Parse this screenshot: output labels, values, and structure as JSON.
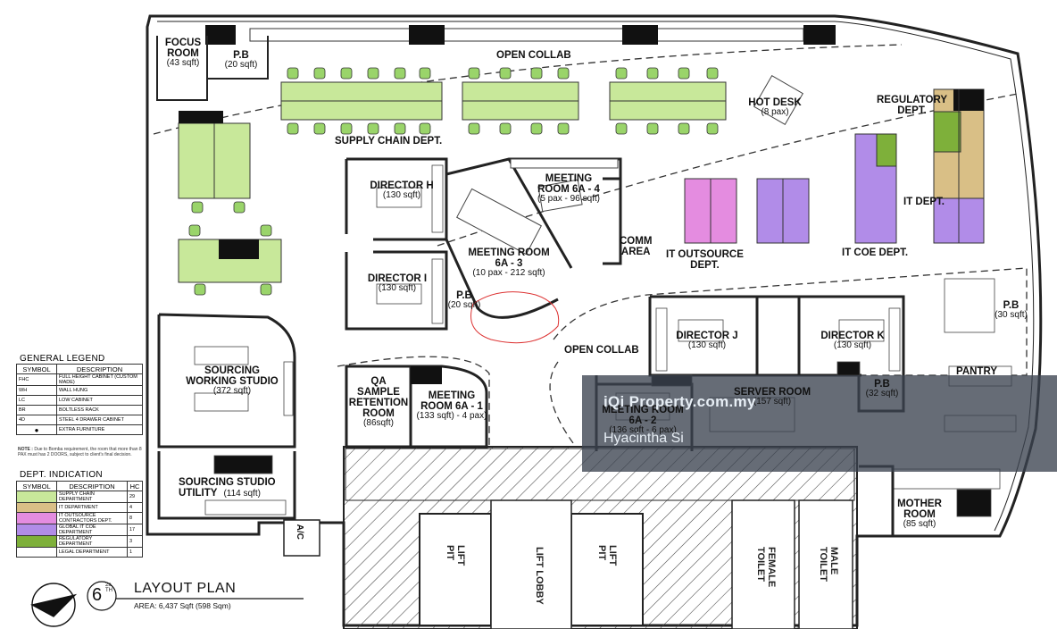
{
  "plan": {
    "title": "LAYOUT PLAN",
    "area": "AREA: 6,437 Sqft (598 Sqm)",
    "floor_number": "6",
    "floor_suffix": "2a\nTH"
  },
  "rooms": {
    "focus_room": {
      "name": "FOCUS\nROOM",
      "area": "(43 sqft)"
    },
    "pb_top": {
      "name": "P.B",
      "area": "(20 sqft)"
    },
    "open_collab_top": {
      "name": "OPEN COLLAB"
    },
    "hot_desk": {
      "name": "HOT DESK",
      "area": "(8 pax)"
    },
    "regulatory": {
      "name": "REGULATORY\nDEPT."
    },
    "supply_chain": {
      "name": "SUPPLY CHAIN DEPT."
    },
    "director_h": {
      "name": "DIRECTOR H",
      "area": "(130 sqft)"
    },
    "meeting_6a4": {
      "name": "MEETING\nROOM 6A - 4",
      "area": "(5 pax - 96 sqft)"
    },
    "it_dept": {
      "name": "IT DEPT."
    },
    "comm_area": {
      "name": "COMM\nAREA"
    },
    "it_outsource": {
      "name": "IT OUTSOURCE\nDEPT."
    },
    "it_coe": {
      "name": "IT COE DEPT."
    },
    "meeting_6a3": {
      "name": "MEETING ROOM\n6A - 3",
      "area": "(10 pax - 212 sqft)"
    },
    "director_i": {
      "name": "DIRECTOR I",
      "area": "(130 sqft)"
    },
    "pb_mid": {
      "name": "P.B",
      "area": "(20 sqft)"
    },
    "pb_right": {
      "name": "P.B",
      "area": "(30 sqft)"
    },
    "sourcing_ws": {
      "name": "SOURCING\nWORKING STUDIO",
      "area": "(372 sqft)"
    },
    "qa_sample": {
      "name": "QA\nSAMPLE\nRETENTION\nROOM",
      "area": "(86sqft)"
    },
    "meeting_6a1": {
      "name": "MEETING\nROOM 6A - 1",
      "area": "(133 sqft) - 4 pax)"
    },
    "open_collab_mid": {
      "name": "OPEN COLLAB"
    },
    "director_j": {
      "name": "DIRECTOR J",
      "area": "(130 sqft)"
    },
    "director_k": {
      "name": "DIRECTOR K",
      "area": "(130 sqft)"
    },
    "pantry": {
      "name": "PANTRY"
    },
    "server_room": {
      "name": "SERVER ROOM",
      "area": "(157 sqft)"
    },
    "pb_low": {
      "name": "P.B",
      "area": "(32 sqft)"
    },
    "meeting_6a2": {
      "name": "MEETING ROOM\n6A - 2",
      "area": "(136 sqft - 6 pax)"
    },
    "sourcing_util": {
      "name": "SOURCING STUDIO\nUTILITY",
      "area": "(114 sqft)"
    },
    "mother_room": {
      "name": "MOTHER\nROOM",
      "area": "(85 sqft)"
    },
    "ac": {
      "name": "A/C"
    },
    "lift_pit_1": {
      "name": "LIFT\nPIT"
    },
    "lift_pit_2": {
      "name": "LIFT\nPIT"
    },
    "lift_lobby": {
      "name": "LIFT LOBBY"
    },
    "female_toilet": {
      "name": "FEMALE\nTOILET"
    },
    "male_toilet": {
      "name": "MALE\nTOILET"
    }
  },
  "general_legend": {
    "title": "GENERAL LEGEND",
    "headers": [
      "SYMBOL",
      "DESCRIPTION"
    ],
    "rows": [
      {
        "symbol": "FHC",
        "desc": "FULL HEIGHT CABINET (CUSTOM MADE)"
      },
      {
        "symbol": "WH",
        "desc": "WALL HUNG"
      },
      {
        "symbol": "LC",
        "desc": "LOW CABINET"
      },
      {
        "symbol": "BR",
        "desc": "BOLTLESS RACK"
      },
      {
        "symbol": "4D",
        "desc": "STEEL 4 DRAWER CABINET"
      },
      {
        "symbol": "",
        "desc": "EXTRA FURNITURE"
      }
    ],
    "note_title": "NOTE :",
    "note": "Due to Bomba requirement, the room that more than 8 PAX must has 2 DOORS, subject to client's final decision."
  },
  "dept_legend": {
    "title": "DEPT. INDICATION",
    "headers": [
      "SYMBOL",
      "DESCRIPTION",
      "HC"
    ],
    "rows": [
      {
        "color": "#c8e89a",
        "desc": "SUPPLY CHAIN DEPARTMENT",
        "hc": "29"
      },
      {
        "color": "#d9bf86",
        "desc": "IT DEPARTMENT",
        "hc": "4"
      },
      {
        "color": "#e48ce0",
        "desc": "IT OUTSOURCE CONTRACTORS DEPT.",
        "hc": "8"
      },
      {
        "color": "#b18ce8",
        "desc": "GLOBAL IT COE DEPARTMENT",
        "hc": "17"
      },
      {
        "color": "#7eb03a",
        "desc": "REGULATORY DEPARTMENT",
        "hc": "3"
      },
      {
        "color": "#ffffff",
        "desc": "LEGAL DEPARTMENT",
        "hc": "1"
      }
    ]
  },
  "watermark": {
    "logo": "iQi Property.com.my",
    "name": "Hyacintha Si"
  },
  "colors": {
    "supply_chain": "#c8e89a",
    "it": "#d9bf86",
    "outsource": "#e48ce0",
    "coe": "#b18ce8",
    "regulatory": "#7eb03a"
  }
}
